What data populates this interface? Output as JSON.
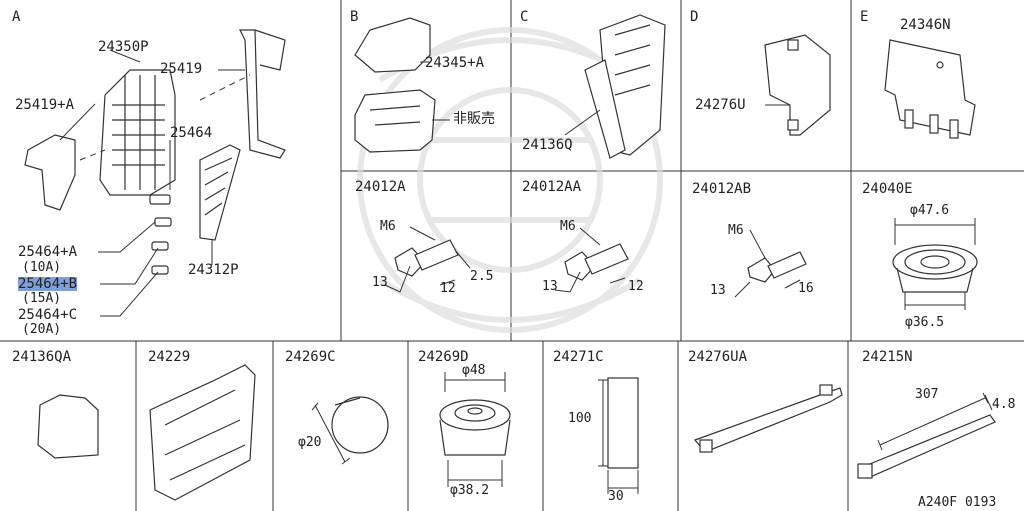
{
  "sections": {
    "A": "A",
    "B": "B",
    "C": "C",
    "D": "D",
    "E": "E"
  },
  "partsA": {
    "p24350P": "24350P",
    "p25419": "25419",
    "p25419A": "25419+A",
    "p25464": "25464",
    "p25464A": "25464+A",
    "p25464A_amp": "(10A)",
    "p25464B": "25464+B",
    "p25464B_amp": "(15A)",
    "p25464C": "25464+C",
    "p25464C_amp": "(20A)",
    "p24312P": "24312P"
  },
  "partsB": {
    "p24345A": "24345+A",
    "notForSale": "非販売"
  },
  "partsC": {
    "p24136Q": "24136Q"
  },
  "partsD": {
    "p24276U": "24276U"
  },
  "partsE": {
    "p24346N": "24346N"
  },
  "row2": {
    "c1": {
      "title": "24012A",
      "thread": "M6",
      "d1": "13",
      "d2": "12",
      "d3": "2.5"
    },
    "c2": {
      "title": "24012AA",
      "thread": "M6",
      "d1": "13",
      "d2": "12"
    },
    "c3": {
      "title": "24012AB",
      "thread": "M6",
      "d1": "13",
      "d2": "16"
    },
    "c4": {
      "title": "24040E",
      "top": "φ47.6",
      "bottom": "φ36.5"
    }
  },
  "row3": {
    "c1": {
      "title": "24136QA"
    },
    "c2": {
      "title": "24229"
    },
    "c3": {
      "title": "24269C",
      "dia": "φ20"
    },
    "c4": {
      "title": "24269D",
      "top": "φ48",
      "bottom": "φ38.2"
    },
    "c5": {
      "title": "24271C",
      "h": "100",
      "w": "30"
    },
    "c6": {
      "title": "24276UA"
    },
    "c7": {
      "title": "24215N",
      "len": "307",
      "wid": "4.8"
    }
  },
  "ref": "A240F 0193"
}
